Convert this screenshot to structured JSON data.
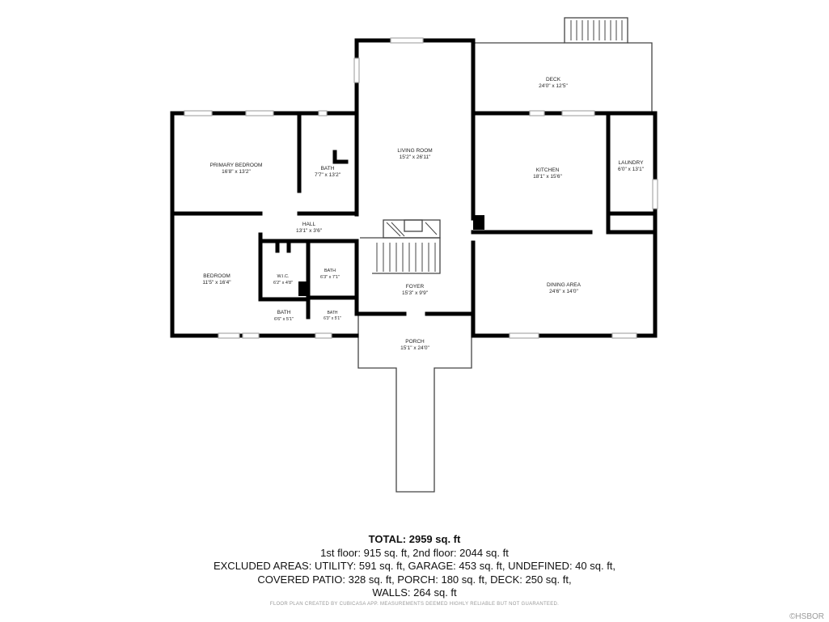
{
  "rooms": {
    "deck": {
      "name": "DECK",
      "dims": "24'0\" x 12'5\""
    },
    "primary_bedroom": {
      "name": "PRIMARY BEDROOM",
      "dims": "16'8\" x 13'2\""
    },
    "bath_primary": {
      "name": "BATH",
      "dims": "7'7\" x 13'2\""
    },
    "living_room": {
      "name": "LIVING ROOM",
      "dims": "15'2\" x 26'11\""
    },
    "kitchen": {
      "name": "KITCHEN",
      "dims": "18'1\" x 15'6\""
    },
    "laundry": {
      "name": "LAUNDRY",
      "dims": "6'0\" x 13'1\""
    },
    "hall": {
      "name": "HALL",
      "dims": "13'1\" x 3'6\""
    },
    "bedroom": {
      "name": "BEDROOM",
      "dims": "11'5\" x 16'4\""
    },
    "wic": {
      "name": "W.I.C.",
      "dims": "6'2\" x 4'8\""
    },
    "bath_small": {
      "name": "BATH",
      "dims": "6'3\" x 7'1\""
    },
    "foyer": {
      "name": "FOYER",
      "dims": "15'3\" x 9'9\""
    },
    "dining_area": {
      "name": "DINING AREA",
      "dims": "24'6\" x 14'0\""
    },
    "bath_bedroom": {
      "name": "BATH",
      "dims": "6'6\" x 5'1\""
    },
    "bath_half": {
      "name": "BATH",
      "dims": "6'3\" x 5'1\""
    },
    "porch": {
      "name": "PORCH",
      "dims": "15'1\" x 24'0\""
    }
  },
  "summary": {
    "total": "TOTAL: 2959 sq. ft",
    "line1": "1st floor: 915 sq. ft, 2nd floor: 2044 sq. ft",
    "line2": "EXCLUDED AREAS: UTILITY: 591 sq. ft, GARAGE: 453 sq. ft, UNDEFINED: 40 sq. ft,",
    "line3": "COVERED PATIO: 328 sq. ft, PORCH: 180 sq. ft, DECK: 250 sq. ft,",
    "line4": "WALLS: 264 sq. ft"
  },
  "disclaimer": "FLOOR PLAN CREATED BY CUBICASA APP. MEASUREMENTS DEEMED HIGHLY RELIABLE BUT NOT GUARANTEED.",
  "watermark": "©HSBOR"
}
